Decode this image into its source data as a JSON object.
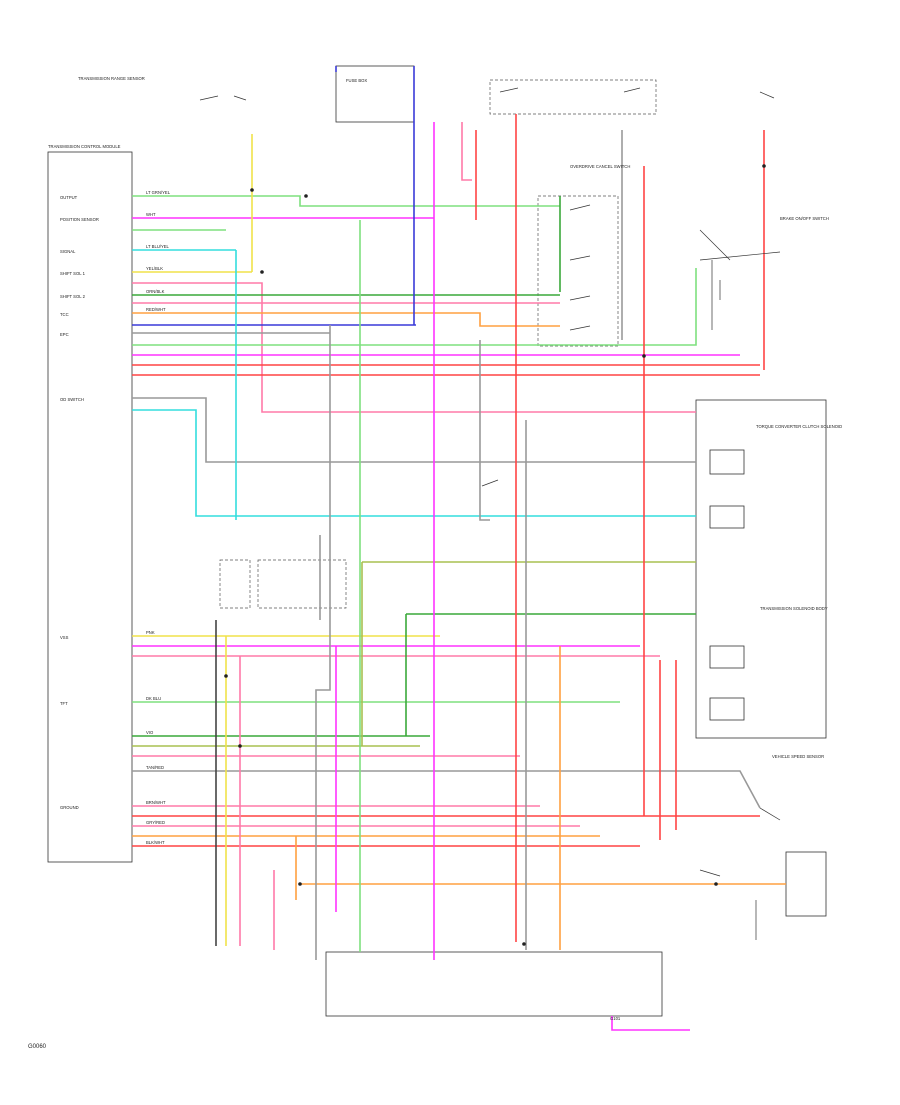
{
  "diagram_id": "G0060",
  "components": {
    "pcm": "TRANSMISSION CONTROL MODULE",
    "tcc_solenoid": "TORQUE CONVERTER CLUTCH SOLENOID",
    "trans_range_sensor": "TRANSMISSION RANGE SENSOR",
    "vss": "VEHICLE SPEED SENSOR",
    "solenoid_pack": "TRANSMISSION SOLENOID BODY",
    "overdrive_switch": "OVERDRIVE CANCEL SWITCH",
    "fuse_box": "FUSE BOX",
    "brake_switch": "BRAKE ON/OFF SWITCH",
    "ground": "G101"
  },
  "pin_labels": [
    "OUTPUT",
    "POSITION SENSOR",
    "SIGNAL",
    "SHIFT SOL 1",
    "SHIFT SOL 2",
    "TCC",
    "EPC",
    "OD SWITCH",
    "VSS",
    "TFT",
    "GROUND"
  ],
  "wire_labels": [
    "LT GRN/YEL",
    "WHT",
    "LT BLU/YEL",
    "YEL/BLK",
    "ORN/BLK",
    "RED/WHT",
    "PNK",
    "DK BLU",
    "VIO",
    "TAN/RED",
    "BRN/WHT",
    "GRY/RED",
    "BLK/WHT"
  ],
  "wire_colors": {
    "yellow": "#f0e24a",
    "green": "#3aa83a",
    "light_green": "#7ee07e",
    "magenta": "#ff33ff",
    "pink": "#ff7aa8",
    "cyan": "#33dddd",
    "blue": "#3a3ad8",
    "red": "#ff4444",
    "orange": "#ffa040",
    "gray": "#999999",
    "olive": "#a8c050",
    "dark": "#444444"
  }
}
